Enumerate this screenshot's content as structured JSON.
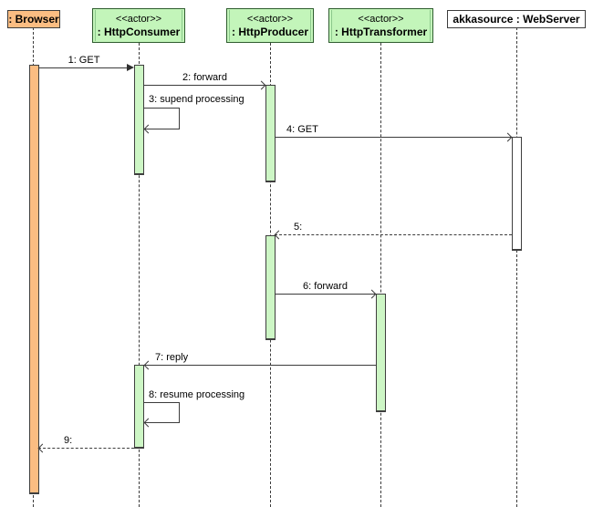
{
  "diagram_type": "uml-sequence-diagram",
  "actors": [
    {
      "name": ": Browser",
      "kind": "browser"
    },
    {
      "stereotype": "<<actor>>",
      "name": ": HttpConsumer",
      "kind": "actor"
    },
    {
      "stereotype": "<<actor>>",
      "name": ": HttpProducer",
      "kind": "actor"
    },
    {
      "stereotype": "<<actor>>",
      "name": ": HttpTransformer",
      "kind": "actor"
    },
    {
      "name": "akkasource : WebServer",
      "kind": "object"
    }
  ],
  "messages": [
    {
      "label": "1: GET",
      "from": ": Browser",
      "to": ": HttpConsumer",
      "style": "sync-solid-arrow"
    },
    {
      "label": "2: forward",
      "from": ": HttpConsumer",
      "to": ": HttpProducer",
      "style": "open-arrow"
    },
    {
      "label": "3: supend processing",
      "from": ": HttpConsumer",
      "to": ": HttpConsumer",
      "style": "self-call"
    },
    {
      "label": "4: GET",
      "from": ": HttpProducer",
      "to": "akkasource : WebServer",
      "style": "open-arrow"
    },
    {
      "label": "5:",
      "from": "akkasource : WebServer",
      "to": ": HttpProducer",
      "style": "dashed-reply"
    },
    {
      "label": "6: forward",
      "from": ": HttpProducer",
      "to": ": HttpTransformer",
      "style": "open-arrow"
    },
    {
      "label": "7: reply",
      "from": ": HttpTransformer",
      "to": ": HttpConsumer",
      "style": "open-arrow"
    },
    {
      "label": "8: resume processing",
      "from": ": HttpConsumer",
      "to": ": HttpConsumer",
      "style": "self-call"
    },
    {
      "label": "9:",
      "from": ": HttpConsumer",
      "to": ": Browser",
      "style": "dashed-reply"
    }
  ],
  "colors": {
    "browser_fill": "#fbbd82",
    "actor_box_fill": "#c3f5ba",
    "activation_green_fill": "#cdf6c5",
    "activation_white_fill": "#ffffff",
    "line_color": "#3c3c3c",
    "background": "#ffffff"
  }
}
